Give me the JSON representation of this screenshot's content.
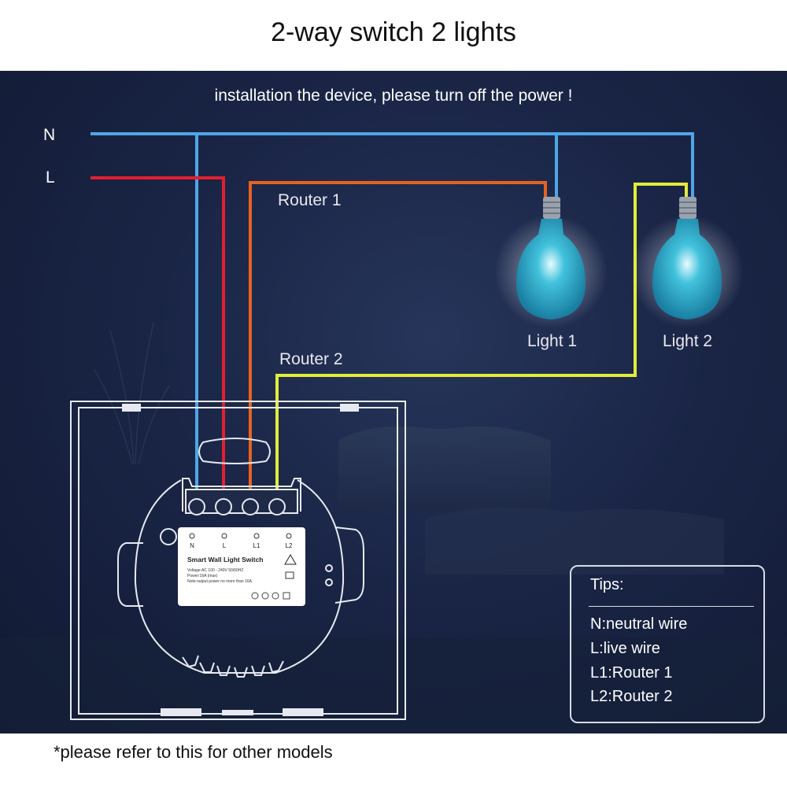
{
  "title": "2-way switch 2 lights",
  "warning": "installation the device, please turn off the power !",
  "wires": {
    "neutral_label": "N",
    "live_label": "L",
    "router1_label": "Router 1",
    "router2_label": "Router 2"
  },
  "lights": {
    "light1_label": "Light 1",
    "light2_label": "Light 2"
  },
  "device": {
    "terminals": [
      "N",
      "L",
      "L1",
      "L2"
    ],
    "name": "Smart Wall Light Switch",
    "spec_voltage": "Voltage:AC 100 - 240V   50/60HZ",
    "spec_power": "Power:16A (max)",
    "spec_note": "Note:output power no more than 16A."
  },
  "tips": {
    "title": "Tips:",
    "items": [
      "N:neutral wire",
      "L:live wire",
      "L1:Router 1",
      "L2:Router 2"
    ]
  },
  "footnote": "*please refer to this for other models",
  "colors": {
    "neutral": "#4ea6e6",
    "live": "#e02030",
    "router1": "#e8621e",
    "router2": "#e2ec3a",
    "background": "#1a2546"
  }
}
